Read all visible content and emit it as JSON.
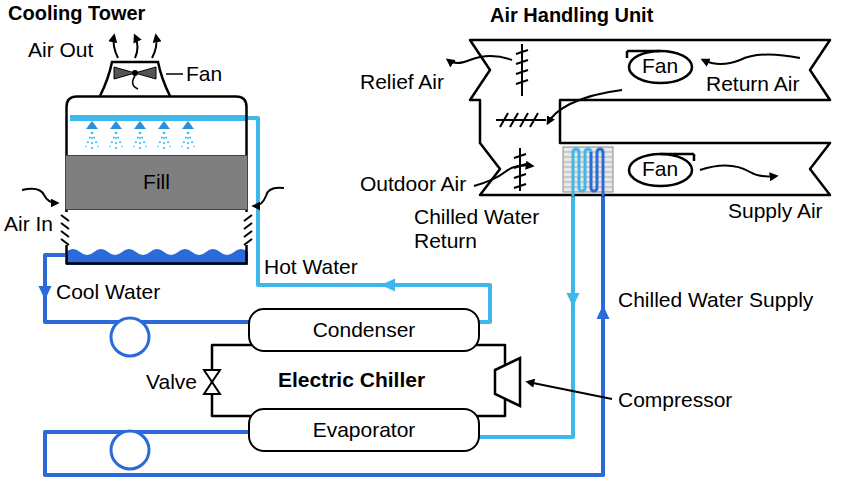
{
  "diagram": {
    "nodes": [
      {
        "text": [
          "Cooling Tower"
        ]
      },
      {
        "text": [
          "Fill"
        ],
        "in": 0
      },
      {
        "text": [
          "Air Handling Unit"
        ]
      },
      {
        "text": [
          "Fan"
        ],
        "in": 2
      },
      {
        "text": [
          "Fan"
        ],
        "in": 2
      },
      {
        "text": [
          "Condenser"
        ]
      },
      {
        "text": [
          "Evaporator"
        ]
      }
    ],
    "edges": [
      {
        "from": 0,
        "to": 5,
        "label": "Cool Water",
        "arrow": "to"
      },
      {
        "from": 5,
        "to": 0,
        "label": "Hot Water",
        "arrow": "to"
      },
      {
        "from": 5,
        "to": 6,
        "arrow": "none"
      },
      {
        "from": 6,
        "to": 5,
        "arrow": "none"
      },
      {
        "from": 6,
        "to": 2,
        "label": "Chilled Water Supply",
        "arrow": "to"
      },
      {
        "from": 2,
        "to": 6,
        "label": "Chilled Water Return",
        "arrow": "to"
      }
    ],
    "labels": [
      "Air Out",
      "Fan",
      "Air In",
      "Relief Air",
      "Return Air",
      "Outdoor Air",
      "Supply Air",
      "Valve",
      "Electric Chiller",
      "Compressor"
    ]
  }
}
